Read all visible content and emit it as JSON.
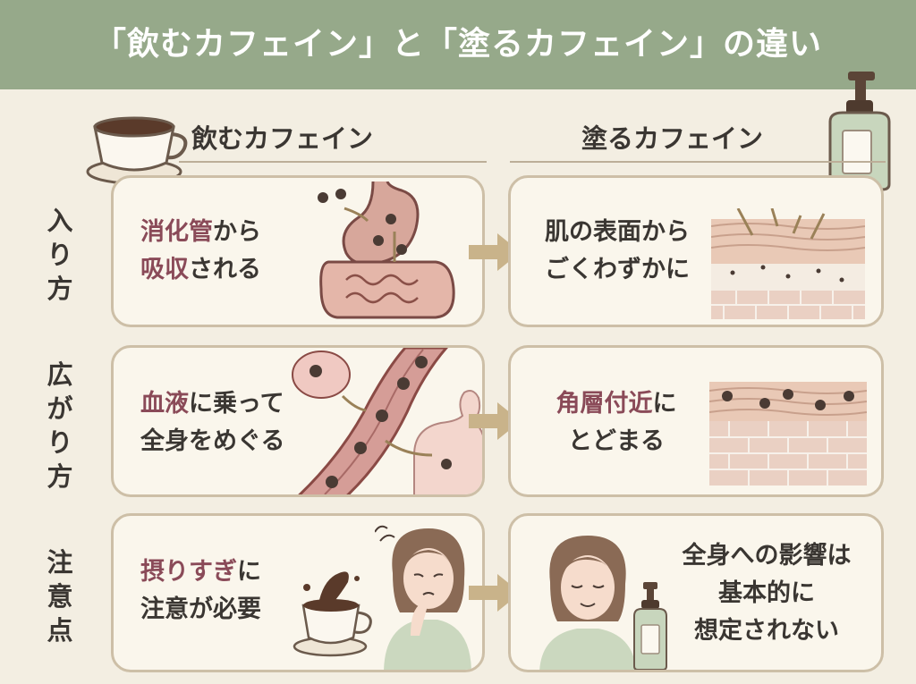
{
  "title": "「飲むカフェイン」と「塗るカフェイン」の違い",
  "columns": {
    "drink": "飲むカフェイン",
    "apply": "塗るカフェイン"
  },
  "rows": [
    {
      "label": "入り方",
      "drink": {
        "highlight_1": "消化管",
        "text_1": "から",
        "highlight_2": "吸収",
        "text_2": "される"
      },
      "apply": {
        "line_1": "肌の表面から",
        "line_2": "ごくわずかに"
      }
    },
    {
      "label": "広がり方",
      "drink": {
        "highlight_1": "血液",
        "text_1": "に乗って",
        "line_2": "全身をめぐる"
      },
      "apply": {
        "highlight_1": "角層付近",
        "text_1": "に",
        "line_2": "とどまる"
      }
    },
    {
      "label": "注意点",
      "drink": {
        "highlight_1": "摂りすぎ",
        "text_1": "に",
        "line_2": "注意が必要"
      },
      "apply": {
        "line_1": "全身への影響は",
        "line_2": "基本的に",
        "line_3": "想定されない"
      }
    }
  ],
  "colors": {
    "title_bg": "#96a98a",
    "background": "#f3eee2",
    "card_border": "#cdbfa7",
    "highlight_text": "#8a4a58",
    "arrow": "#c9b38a"
  },
  "icons": [
    "coffee-cup-icon",
    "pump-bottle-icon",
    "stomach-intestine-icon",
    "skin-layer-icon",
    "blood-vessel-icon",
    "body-silhouette-icon",
    "spilled-coffee-icon",
    "worried-woman-icon",
    "calm-woman-icon",
    "arrow-right-icon"
  ]
}
